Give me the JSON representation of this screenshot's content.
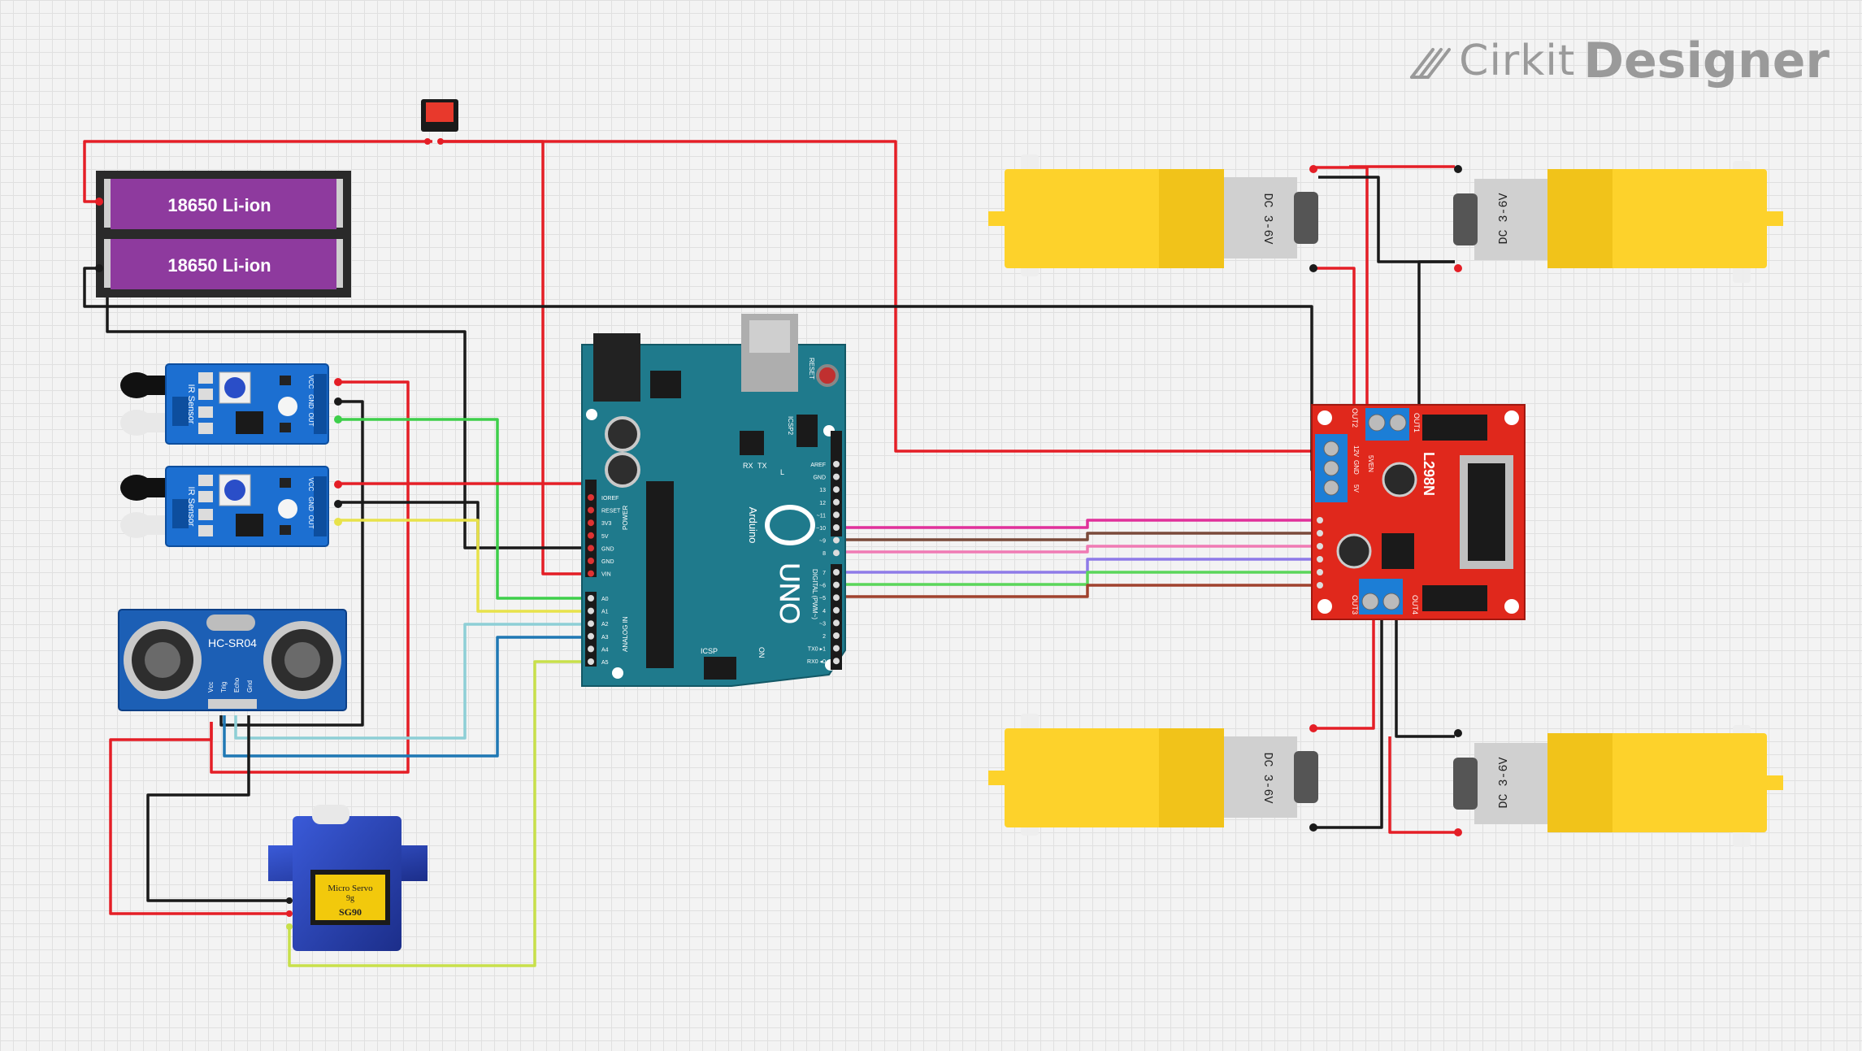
{
  "logo": {
    "brand": "Cirkit",
    "product": "Designer"
  },
  "battery": {
    "cell1": "18650 Li-ion",
    "cell2": "18650 Li-ion"
  },
  "ir_sensor": {
    "label": "IR Sensor",
    "pins": [
      "VCC",
      "GND",
      "OUT"
    ]
  },
  "ultrasonic": {
    "label": "HC-SR04",
    "pins": [
      "Vcc",
      "Trig",
      "Echo",
      "Gnd"
    ]
  },
  "servo": {
    "line1": "Micro Servo",
    "line2": "9g",
    "model": "SG90"
  },
  "arduino": {
    "name": "UNO",
    "brand": "Arduino",
    "power_pins": [
      "IOREF",
      "RESET",
      "3V3",
      "5V",
      "GND",
      "GND",
      "VIN"
    ],
    "analog_pins": [
      "A0",
      "A1",
      "A2",
      "A3",
      "A4",
      "A5"
    ],
    "digital_top": [
      "AREF",
      "GND",
      "13",
      "12",
      "~11",
      "~10",
      "~9",
      "8"
    ],
    "digital_bottom": [
      "7",
      "~6",
      "~5",
      "4",
      "~3",
      "2",
      "TX0 ▸1",
      "RX0 ◂0"
    ],
    "labels": {
      "reset": "RESET",
      "icsp2": "ICSP2",
      "icsp": "ICSP",
      "on": "ON",
      "tx": "TX",
      "rx": "RX",
      "l": "L",
      "power": "POWER",
      "analog_in": "ANALOG IN",
      "digital": "DIGITAL (PWM~)"
    }
  },
  "driver": {
    "name": "L298N",
    "out1": "OUT1",
    "out2": "OUT2",
    "out3": "OUT3",
    "out4": "OUT4",
    "power_labels": [
      "12V",
      "GND",
      "5V"
    ],
    "enable_label": "5VEN"
  },
  "motors": {
    "label": "DC 3-6V"
  },
  "colors": {
    "wire_red": "#e41e26",
    "wire_black": "#1a1a1a",
    "wire_green": "#3ecf4a",
    "wire_yellow": "#e8e24a",
    "wire_lightblue": "#8ecfd6",
    "wire_blue": "#1f78b4",
    "wire_lime": "#c8e04a",
    "wire_magenta": "#e0309a",
    "wire_brown": "#7a4a3a",
    "wire_pink": "#f07ab4",
    "wire_purple": "#8e7ae8",
    "wire_green2": "#5ad65a",
    "wire_darkred": "#a0422e",
    "arduino": "#1f7a8c",
    "driver": "#e0281c",
    "sensor": "#1c6fd1",
    "motor_yellow": "#fdd22b",
    "battery": "#8e3a9e"
  }
}
